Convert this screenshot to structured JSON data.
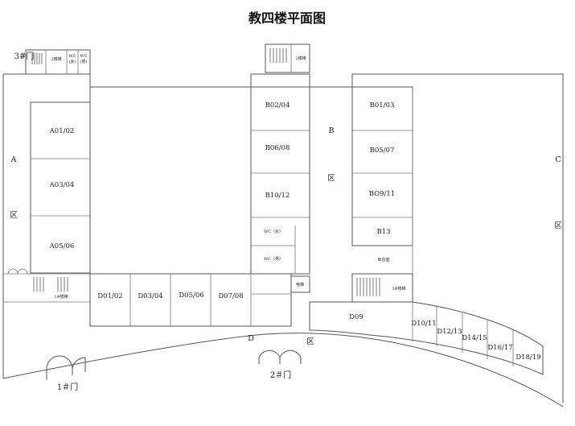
{
  "title": "教四楼平面图",
  "zones": {
    "a_letter": "A",
    "a_qu": "区",
    "b_letter": "B",
    "b_qu": "区",
    "c_letter": "C",
    "c_qu": "区",
    "d_letter": "D",
    "d_qu": "区"
  },
  "rooms": {
    "a0102": "A01/02",
    "a0304": "A03/04",
    "a0506": "A05/06",
    "b0204": "B02/04",
    "b0608": "B06/08",
    "b1012": "B10/12",
    "b0103": "B01/03",
    "b0507": "B05/07",
    "b0911": "BO9/11",
    "b13": "B13",
    "rest": "休息室",
    "wc_m": "WC（女）",
    "wc_f": "WC（男）",
    "elevator": "电梯",
    "d0102": "D01/02",
    "d0304": "D03/04",
    "d0506": "D05/06",
    "d0708": "D07/08",
    "d09": "D09",
    "d1011": "D10/11",
    "d1213": "D12/13",
    "d1415": "D14/15",
    "d1617": "D16/17",
    "d1819": "D18/19"
  },
  "stairs": {
    "top_left": "3楼梯",
    "top_mid": "2楼梯",
    "top_wc1": "WC",
    "top_wc1_sub": "(女)",
    "top_wc2": "WC",
    "top_wc2_sub": "(男)",
    "left": "1#楼梯",
    "right": "3#楼梯"
  },
  "gates": {
    "gate1": "1＃门",
    "gate2": "2＃门",
    "gate3": "3#门"
  }
}
